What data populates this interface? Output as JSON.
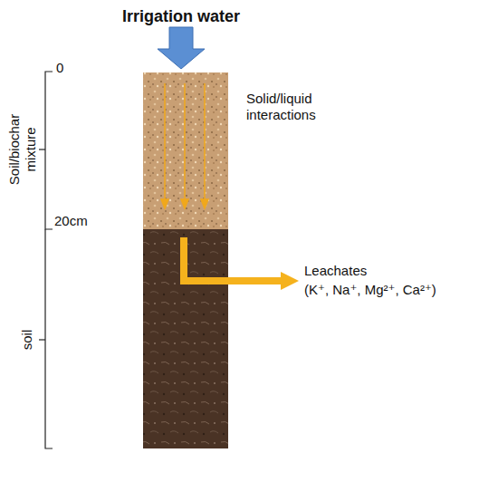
{
  "diagram": {
    "labels": [
      "Irrigation water",
      "0",
      "20cm",
      "Soil/biochar mixture",
      "soil",
      "Solid/liquid interactions",
      "Leachates",
      "(K⁺, Na⁺, Mg²⁺, Ca²⁺)"
    ]
  }
}
